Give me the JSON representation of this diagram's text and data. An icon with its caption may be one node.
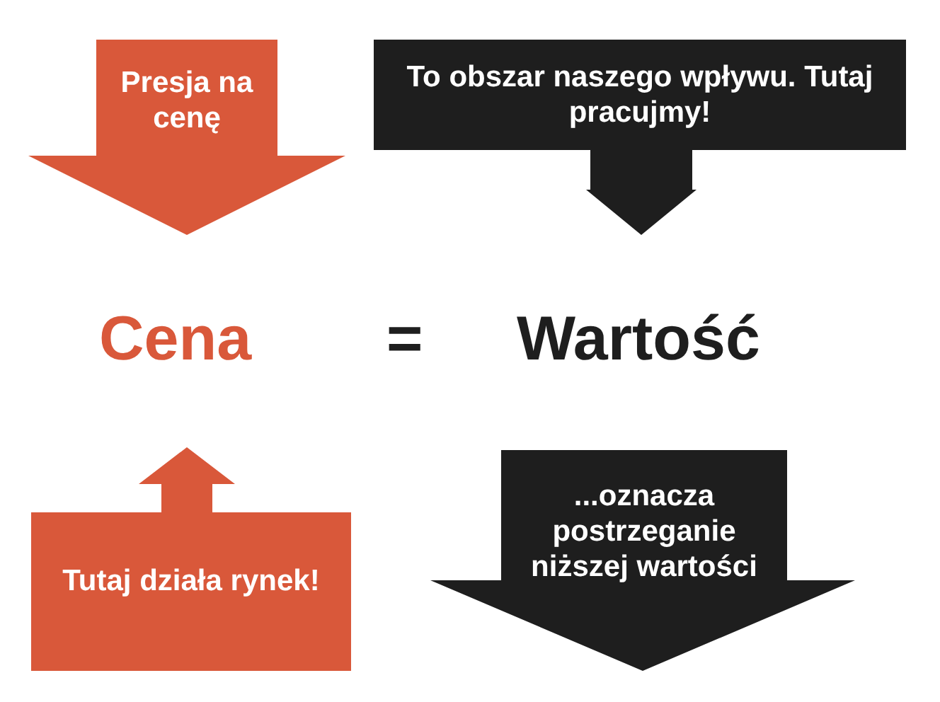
{
  "diagram": {
    "nodes": [
      {
        "text": [
          "Presja na cenę"
        ]
      },
      {
        "text": [
          "To obszar naszego wpływu. Tutaj pracujmy!"
        ]
      },
      {
        "text": [
          "Cena"
        ]
      },
      {
        "text": [
          "Wartość"
        ]
      },
      {
        "text": [
          "Tutaj działa rynek!"
        ]
      },
      {
        "text": [
          "...oznacza postrzeganie niższej wartości"
        ]
      }
    ],
    "labels": [
      "="
    ]
  }
}
